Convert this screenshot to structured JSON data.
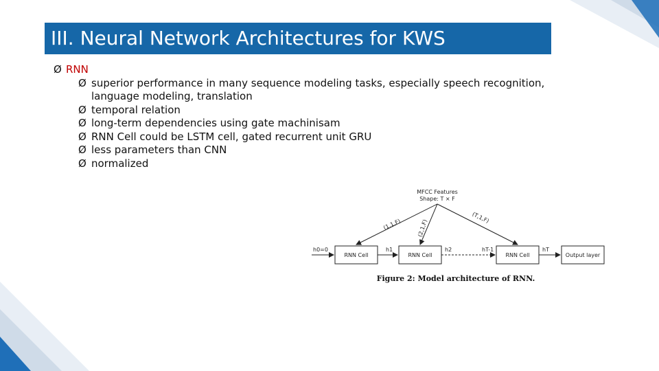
{
  "slide": {
    "title": "III. Neural Network Architectures for KWS",
    "bullet_main": "RNN",
    "sub_bullets": [
      "superior performance in many sequence modeling tasks, especially speech recognition, language modeling, translation",
      "temporal relation",
      "long-term dependencies using gate machinisam",
      "RNN Cell could be LSTM cell, gated recurrent unit GRU",
      "less parameters than CNN",
      "normalized"
    ],
    "bullet_glyph": "Ø"
  },
  "figure": {
    "top_label_1": "MFCC Features",
    "top_label_2": "Shape: T × F",
    "edge_labels": [
      "(1,1,F)",
      "(2,1,F)",
      "(T,1,F)"
    ],
    "state_labels": [
      "h0=0",
      "h1",
      "h2",
      "hT-1",
      "hT"
    ],
    "cells": [
      "RNN Cell",
      "RNN Cell",
      "RNN Cell"
    ],
    "output": "Output layer",
    "caption": "Figure 2: Model architecture of RNN."
  },
  "colors": {
    "title_bg": "#1667a8",
    "accent_red": "#c00000",
    "deco_blue": "#1f6fb8"
  }
}
